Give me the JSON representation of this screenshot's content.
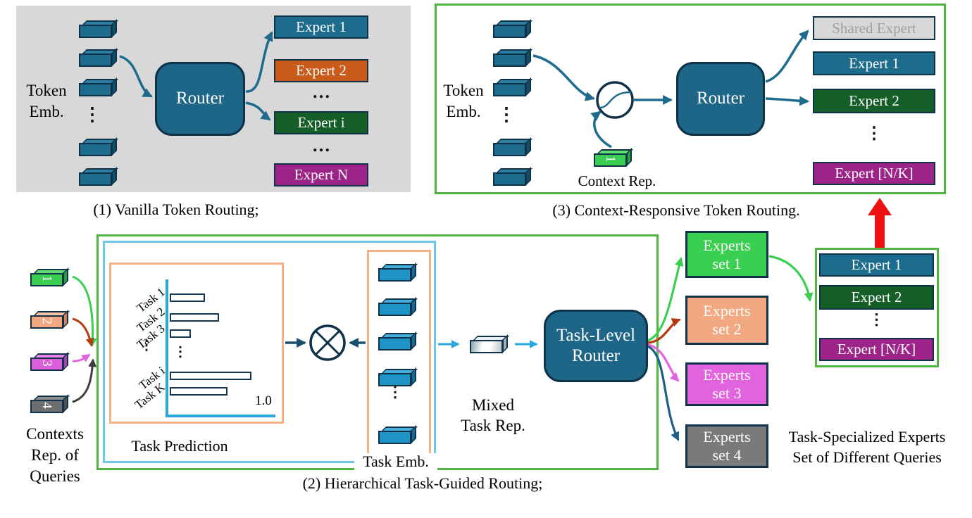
{
  "glyphs": {
    "vdots": "⋮",
    "hdots": "…"
  },
  "colors": {
    "panel_border_green": "#4eb53f",
    "panel1_bg": "#d8d8d8",
    "teal": "#1d6b8d",
    "router_fill": "#1d6687",
    "orange_expert": "#c95a1a",
    "dark_green_expert": "#155e28",
    "purple_expert": "#9c2488",
    "shared_expert_bg": "#d8d8d8",
    "shared_expert_text": "#a0a0a0",
    "bright_green": "#3bcf51",
    "salmon": "#f2a981",
    "magenta": "#e263de",
    "gray_set": "#7a7a7a",
    "dark_red_arrow": "#b23c10",
    "dark_blue_arrow": "#1d5f86",
    "light_blue": "#29a8e0",
    "cyan_border": "#6ec6ea",
    "orange_border": "#f4b183",
    "task_emb_blue": "#1e93c6",
    "red_arrow": "#ee1111"
  },
  "panel1": {
    "caption": "(1) Vanilla Token Routing;",
    "token_label": [
      "Token",
      "Emb."
    ],
    "router_label": "Router",
    "experts": [
      "Expert 1",
      "Expert 2",
      "…",
      "Expert i",
      "…",
      "Expert N"
    ]
  },
  "panel3": {
    "caption": "(3) Context-Responsive Token Routing.",
    "token_label": [
      "Token",
      "Emb."
    ],
    "router_label": "Router",
    "context_block_number": "1",
    "context_rep_label": "Context Rep.",
    "experts": [
      "Shared Expert",
      "Expert 1",
      "Expert 2",
      "⋮",
      "Expert [N/K]"
    ]
  },
  "panel2": {
    "caption": "(2) Hierarchical Task-Guided Routing;",
    "contexts_label": [
      "Contexts",
      "Rep. of",
      "Queries"
    ],
    "context_blocks": [
      "1",
      "2",
      "3",
      "4"
    ],
    "task_prediction_label": "Task Prediction",
    "task_emb_label": "Task Emb.",
    "mixed_task_rep_label": [
      "Mixed",
      "Task Rep."
    ],
    "router_label": [
      "Task-Level",
      "Router"
    ],
    "experts_sets": [
      [
        "Experts",
        "set 1"
      ],
      [
        "Experts",
        "set 2"
      ],
      [
        "Experts",
        "set 3"
      ],
      [
        "Experts",
        "set 4"
      ]
    ],
    "expert_group": [
      "Expert 1",
      "Expert 2",
      "⋮",
      "Expert [N/K]"
    ],
    "note": [
      "Task-Specialized Experts",
      "Set of Different Queries"
    ]
  },
  "chart_data": {
    "type": "bar",
    "orientation": "horizontal",
    "title": "Task Prediction",
    "categories": [
      "Task 1",
      "Task 2",
      "Task 3",
      "Task i",
      "Task K"
    ],
    "values": [
      0.33,
      0.46,
      0.2,
      0.76,
      0.54
    ],
    "xlim": [
      0,
      1.0
    ],
    "x_max_label": "1.0",
    "grid": false,
    "legend": false
  }
}
